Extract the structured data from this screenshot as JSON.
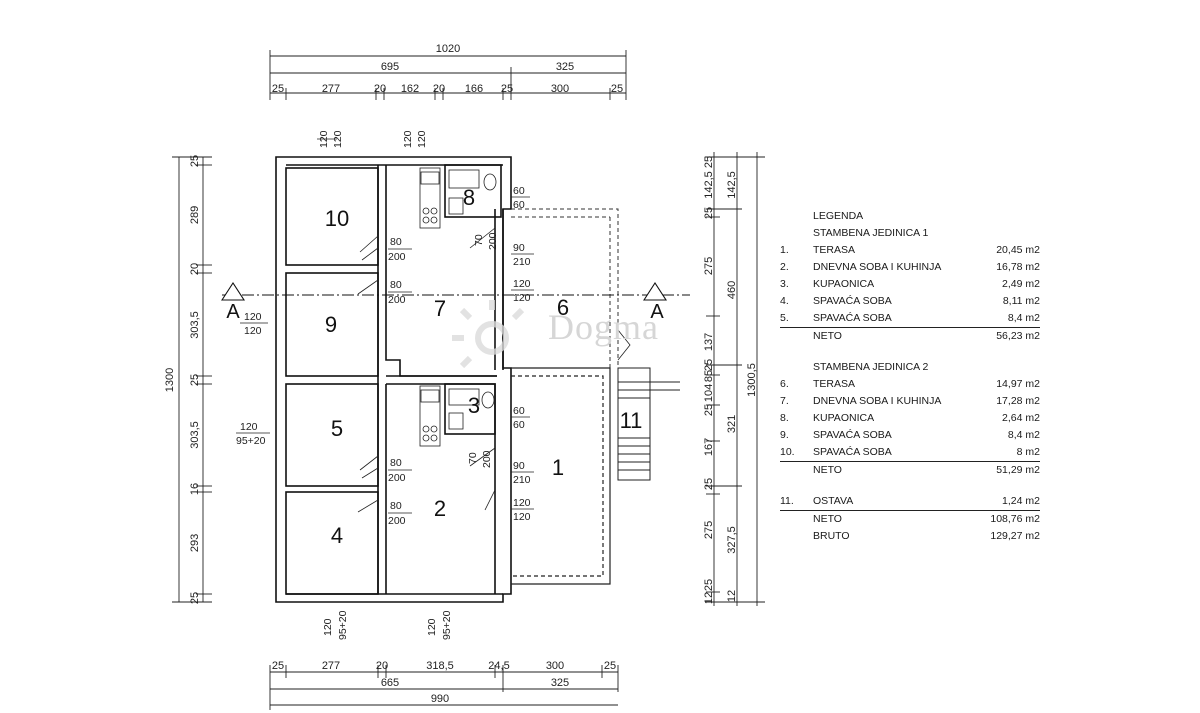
{
  "dims_top": {
    "total": "1020",
    "row2": [
      "695",
      "325"
    ],
    "row3": [
      "25",
      "277",
      "20",
      "162",
      "20",
      "166",
      "25",
      "300",
      "25"
    ]
  },
  "dims_bottom": {
    "total": "990",
    "row2": [
      "665",
      "325"
    ],
    "row3": [
      "25",
      "277",
      "20",
      "318,5",
      "24,5",
      "300",
      "25"
    ]
  },
  "dims_left": {
    "total": "1300",
    "segments": [
      "25",
      "289",
      "20",
      "303,5",
      "25",
      "303,5",
      "16",
      "293",
      "25"
    ]
  },
  "dims_right": {
    "outer": "1300,5",
    "col_a": [
      "25",
      "142,5",
      "25",
      "275",
      "137",
      "25",
      "85",
      "104",
      "25",
      "167",
      "25",
      "275",
      "25",
      "12"
    ],
    "col_b": [
      "142,5",
      "460",
      "321",
      "327,5",
      "12"
    ]
  },
  "rooms": [
    "10",
    "9",
    "5",
    "4",
    "8",
    "7",
    "3",
    "2",
    "6",
    "1",
    "11"
  ],
  "openings": {
    "w1": [
      "120",
      "120"
    ],
    "w2": [
      "120",
      "120"
    ],
    "d1": [
      "80",
      "200"
    ],
    "d2": [
      "80",
      "200"
    ],
    "d3": [
      "80",
      "200"
    ],
    "d4": [
      "80",
      "200"
    ],
    "w9": [
      "120",
      "120"
    ],
    "w5": [
      "120",
      "95+20"
    ],
    "w8a": [
      "60",
      "60"
    ],
    "w8b": [
      "70",
      "200"
    ],
    "d8": [
      "90",
      "210"
    ],
    "w7": [
      "120",
      "120"
    ],
    "w3a": [
      "60",
      "60"
    ],
    "w3b": [
      "70",
      "200"
    ],
    "d3b": [
      "90",
      "210"
    ],
    "w2b": [
      "120",
      "120"
    ],
    "wb1": [
      "120",
      "95+20"
    ],
    "wb2": [
      "120",
      "95+20"
    ]
  },
  "section_label": "A",
  "watermark": "Dogma",
  "legend": {
    "title": "LEGENDA",
    "unit1": "STAMBENA JEDINICA 1",
    "items1": [
      {
        "n": "1.",
        "label": "TERASA",
        "value": "20,45 m2"
      },
      {
        "n": "2.",
        "label": "DNEVNA SOBA I KUHINJA",
        "value": "16,78 m2"
      },
      {
        "n": "3.",
        "label": "KUPAONICA",
        "value": "2,49 m2"
      },
      {
        "n": "4.",
        "label": "SPAVAĆA SOBA",
        "value": "8,11 m2"
      },
      {
        "n": "5.",
        "label": "SPAVAĆA SOBA",
        "value": "8,4 m2"
      }
    ],
    "neto1": {
      "label": "NETO",
      "value": "56,23 m2"
    },
    "unit2": "STAMBENA JEDINICA 2",
    "items2": [
      {
        "n": "6.",
        "label": "TERASA",
        "value": "14,97 m2"
      },
      {
        "n": "7.",
        "label": "DNEVNA SOBA I KUHINJA",
        "value": "17,28 m2"
      },
      {
        "n": "8.",
        "label": "KUPAONICA",
        "value": "2,64 m2"
      },
      {
        "n": "9.",
        "label": "SPAVAĆA SOBA",
        "value": "8,4 m2"
      },
      {
        "n": "10.",
        "label": "SPAVAĆA SOBA",
        "value": "8 m2"
      }
    ],
    "neto2": {
      "label": "NETO",
      "value": "51,29 m2"
    },
    "storage": {
      "n": "11.",
      "label": "OSTAVA",
      "value": "1,24 m2"
    },
    "neto_total": {
      "label": "NETO",
      "value": "108,76 m2"
    },
    "bruto": {
      "label": "BRUTO",
      "value": "129,27 m2"
    }
  }
}
